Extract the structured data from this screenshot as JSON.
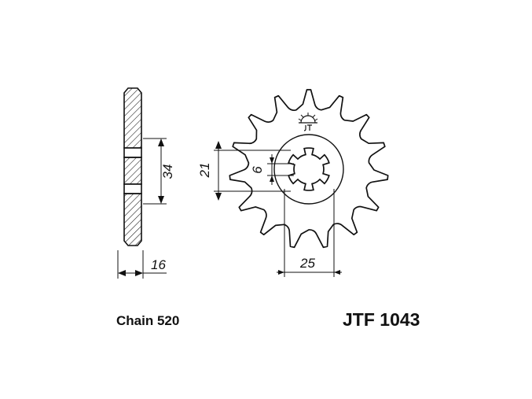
{
  "dimensions": {
    "hub_diameter": "34",
    "width": "16",
    "spline_height": "21",
    "spline_width": "6",
    "spline_pitch": "25"
  },
  "captions": {
    "chain": "Chain 520",
    "part_number": "JTF 1043"
  },
  "logo": "jt-brand-logo",
  "colors": {
    "ink": "#111111",
    "background": "#ffffff"
  }
}
